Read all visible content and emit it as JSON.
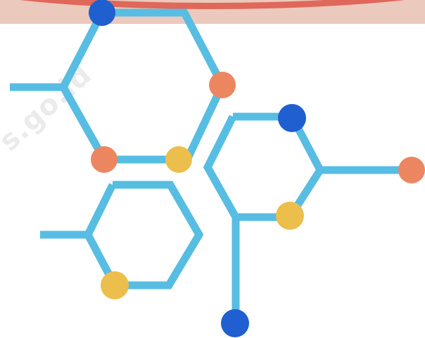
{
  "watermark": {
    "text": "s.go.id"
  },
  "colors": {
    "background": "#ffffff",
    "top_band": "#ecc9bd",
    "top_arc": "#e0685a",
    "bond": "#57bde2",
    "atom_blue": "#1f5fcf",
    "atom_orange": "#ec8660",
    "atom_yellow": "#ecbe4c"
  },
  "diagram": {
    "structure": "molecule",
    "rings": 3,
    "atom_colors": [
      "blue",
      "orange",
      "orange",
      "yellow",
      "blue",
      "orange",
      "yellow",
      "yellow",
      "blue"
    ]
  }
}
